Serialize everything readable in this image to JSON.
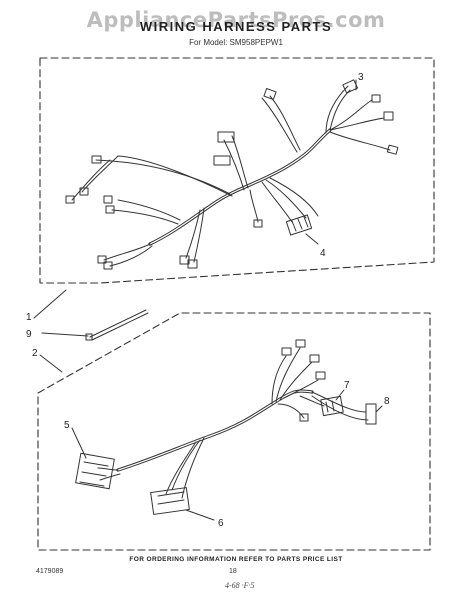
{
  "header": {
    "watermark": "AppliancePartsPros.com",
    "title": "WIRING HARNESS PARTS",
    "model": "For Model: SM958PEPW1"
  },
  "callouts": [
    "1",
    "2",
    "3",
    "4",
    "5",
    "6",
    "7",
    "8",
    "9"
  ],
  "footer": {
    "ordering": "FOR ORDERING INFORMATION REFER TO PARTS PRICE LIST",
    "doc_number": "4179089",
    "page": "18",
    "handwritten": "4-68 ·F·5"
  }
}
